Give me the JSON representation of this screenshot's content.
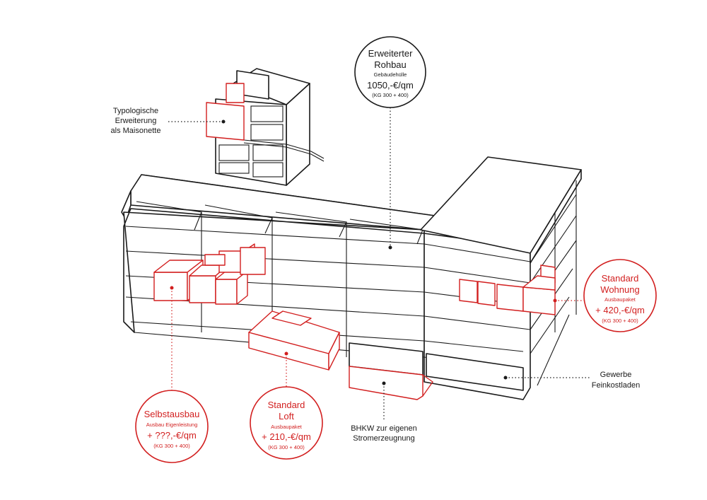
{
  "labels": {
    "typologische": {
      "lines": [
        "Typologische",
        "Erweiterung",
        "als Maisonette"
      ]
    },
    "gewerbe": {
      "lines": [
        "Gewerbe",
        "Feinkostladen"
      ]
    },
    "bhkw": {
      "lines": [
        "BHKW zur eigenen",
        "Stromerzeugnung"
      ]
    }
  },
  "circles": {
    "rohbau": {
      "title_lines": [
        "Erweiterter",
        "Rohbau"
      ],
      "subtitle": "Gebäudehülle",
      "price": "1050,-€/qm",
      "note": "(KG 300 + 400)",
      "color": "#1a1a1a"
    },
    "wohnung": {
      "title_lines": [
        "Standard",
        "Wohnung"
      ],
      "subtitle": "Ausbaupaket",
      "price": "+ 420,-€/qm",
      "note": "(KG 300 + 400)",
      "color": "#d21f1f"
    },
    "selbstausbau": {
      "title_lines": [
        "Selbstausbau"
      ],
      "subtitle": "Ausbau Eigenleistung",
      "price": "+ ???,-€/qm",
      "note": "(KG 300 + 400)",
      "color": "#d21f1f"
    },
    "loft": {
      "title_lines": [
        "Standard",
        "Loft"
      ],
      "subtitle": "Ausbaupaket",
      "price": "+ 210,-€/qm",
      "note": "(KG 300 + 400)",
      "color": "#d21f1f"
    }
  }
}
